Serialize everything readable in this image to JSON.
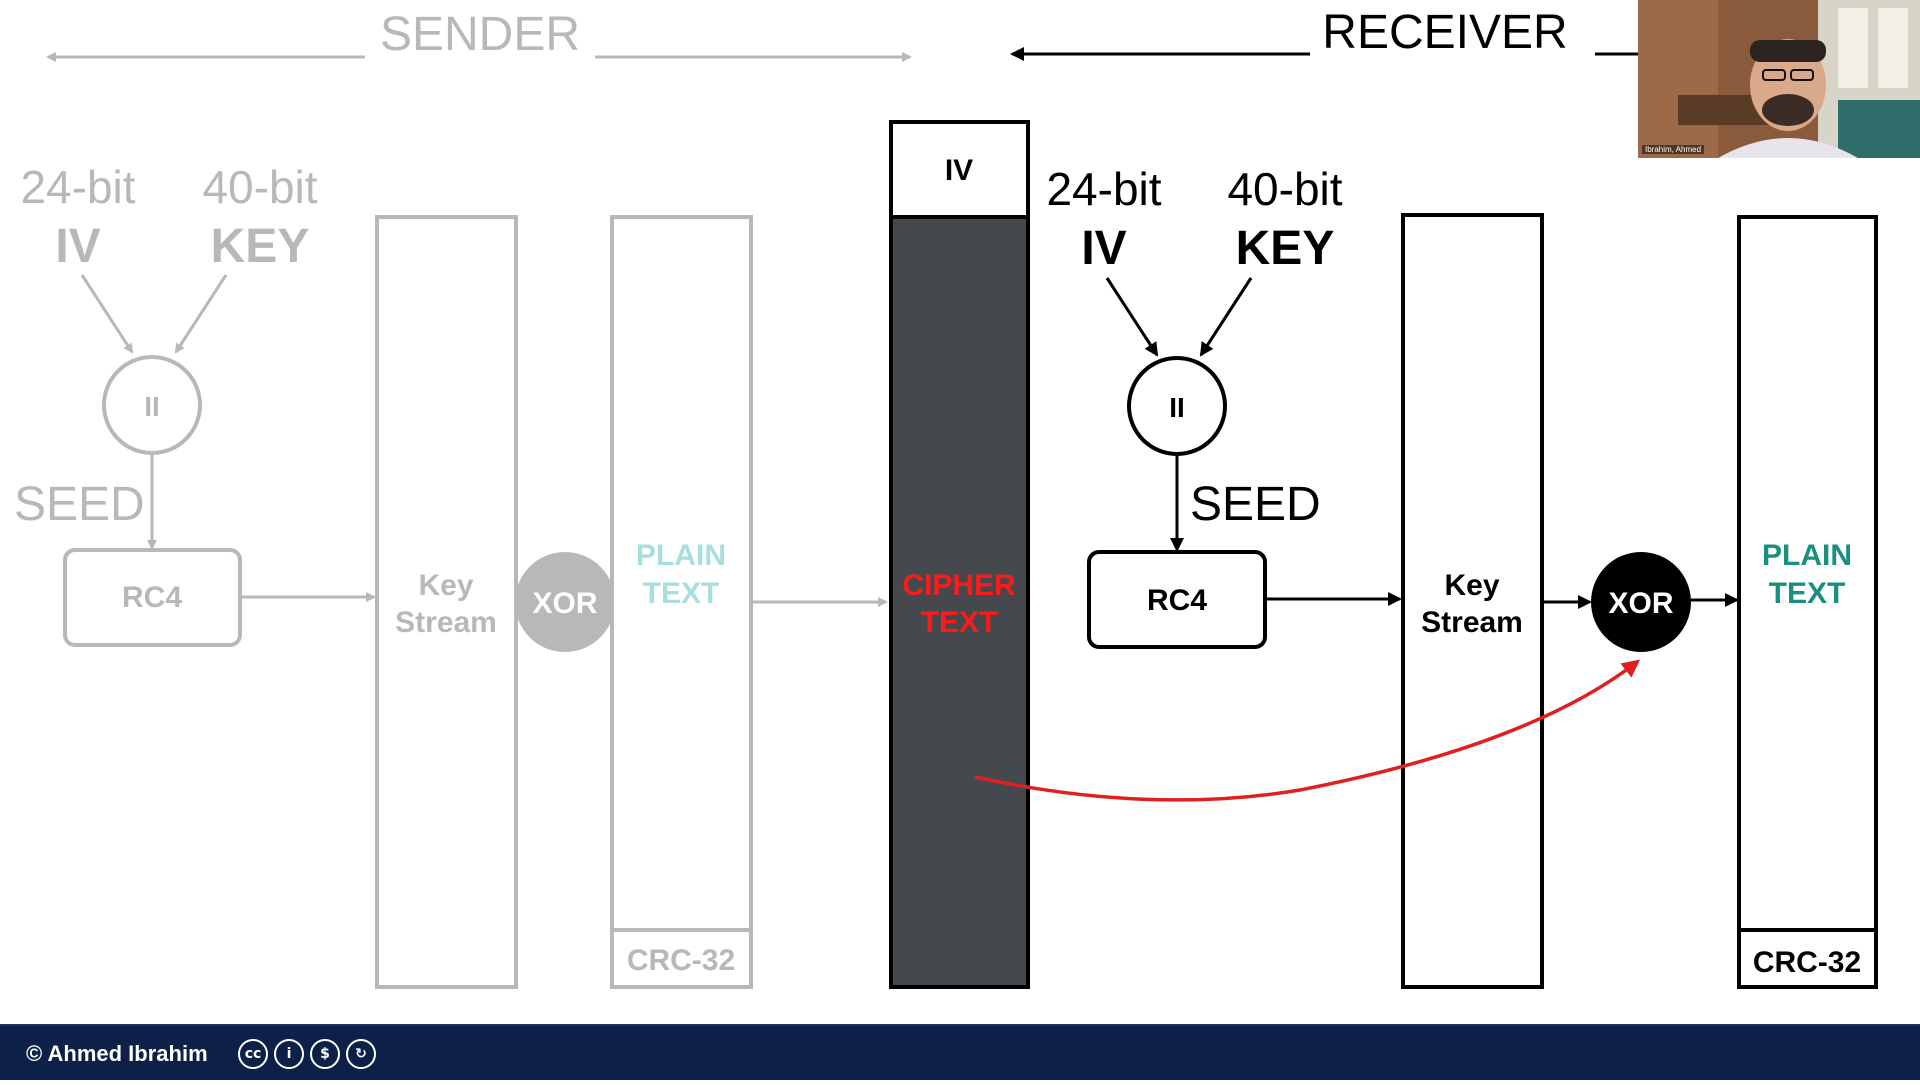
{
  "labels": {
    "sender": "SENDER",
    "receiver": "RECEIVER",
    "iv_bits": "24-bit",
    "key_bits": "40-bit",
    "iv": "IV",
    "key": "KEY",
    "concat": "II",
    "seed": "SEED",
    "rc4": "RC4",
    "key_stream_1": "Key",
    "key_stream_2": "Stream",
    "xor": "XOR",
    "plain_1": "PLAIN",
    "plain_2": "TEXT",
    "crc": "CRC-32",
    "cipher_iv": "IV",
    "cipher_1": "CIPHER",
    "cipher_2": "TEXT"
  },
  "footer": {
    "copyright": "© Ahmed Ibrahim",
    "license_icons": [
      "cc-icon",
      "attribution-icon",
      "noncommercial-icon",
      "sharealike-icon"
    ]
  },
  "webcam": {
    "name_tag": "Ibrahim, Ahmed"
  },
  "colors": {
    "faded": "#b8b8b8",
    "plain_faded": "#a8dede",
    "plain": "#1a8f80",
    "cipher_fill": "#45494d",
    "cipher_text": "#ff1a1a",
    "red_arrow": "#e02020",
    "footer_bg": "#0d2148"
  }
}
